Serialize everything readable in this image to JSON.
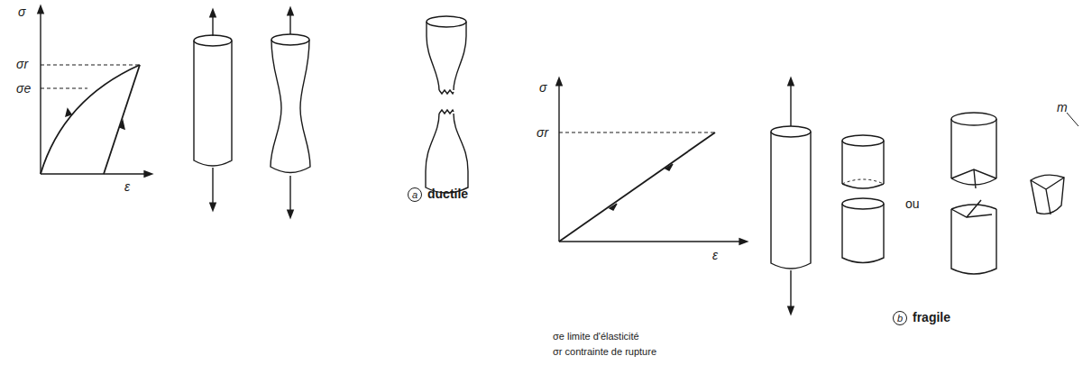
{
  "diagram": {
    "labels": [
      "σ",
      "σr",
      "σe",
      "ε",
      "a",
      "ductile",
      "σ",
      "σr",
      "ε",
      "ou",
      "m",
      "b",
      "fragile",
      "σe limite d'élasticité",
      "σr contrainte de rupture"
    ]
  }
}
